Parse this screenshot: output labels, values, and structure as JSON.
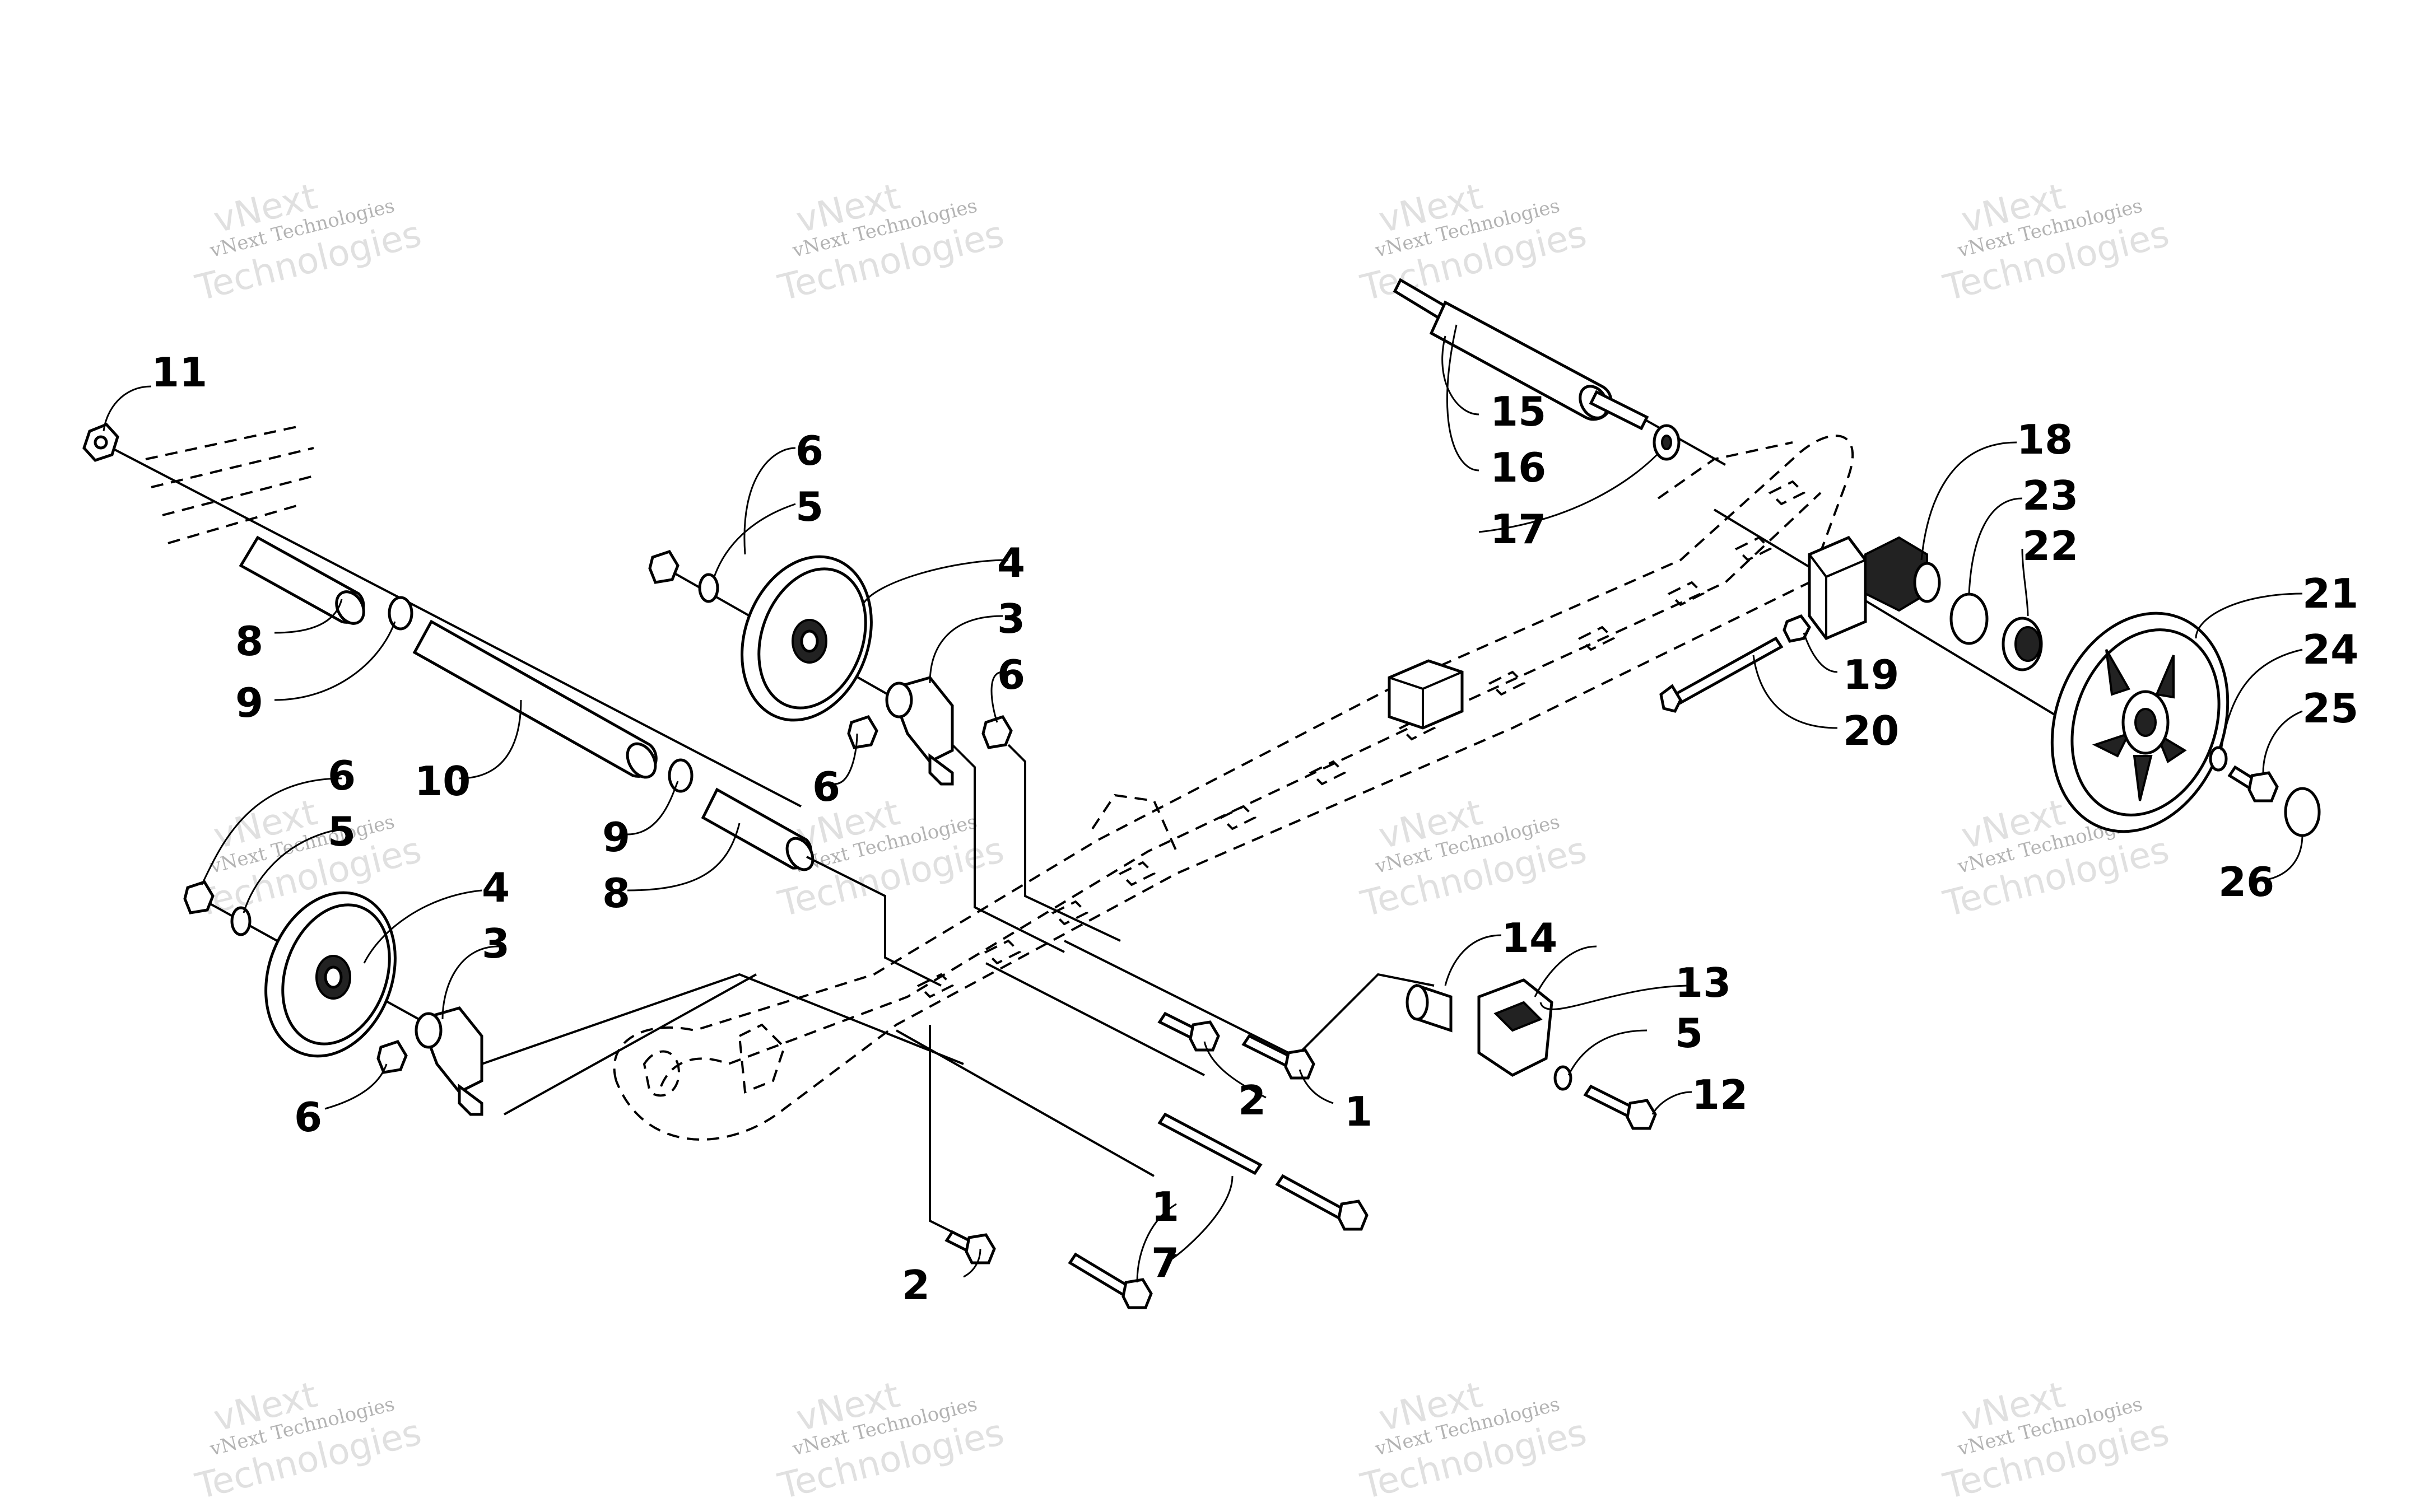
{
  "watermark": {
    "line1": "vNext Technologies",
    "line2": "vNext",
    "line3": "Technologies"
  },
  "callouts": {
    "c1a": "1",
    "c1b": "1",
    "c2a": "2",
    "c2b": "2",
    "c3a": "3",
    "c3b": "3",
    "c4a": "4",
    "c4b": "4",
    "c5a": "5",
    "c5b": "5",
    "c5c": "5",
    "c6a": "6",
    "c6b": "6",
    "c6c": "6",
    "c6d": "6",
    "c6e": "6",
    "c7": "7",
    "c8a": "8",
    "c8b": "8",
    "c9a": "9",
    "c9b": "9",
    "c10": "10",
    "c11": "11",
    "c12": "12",
    "c13": "13",
    "c14": "14",
    "c15": "15",
    "c16": "16",
    "c17": "17",
    "c18": "18",
    "c19": "19",
    "c20": "20",
    "c21": "21",
    "c22": "22",
    "c23": "23",
    "c24": "24",
    "c25": "25",
    "c26": "26"
  }
}
